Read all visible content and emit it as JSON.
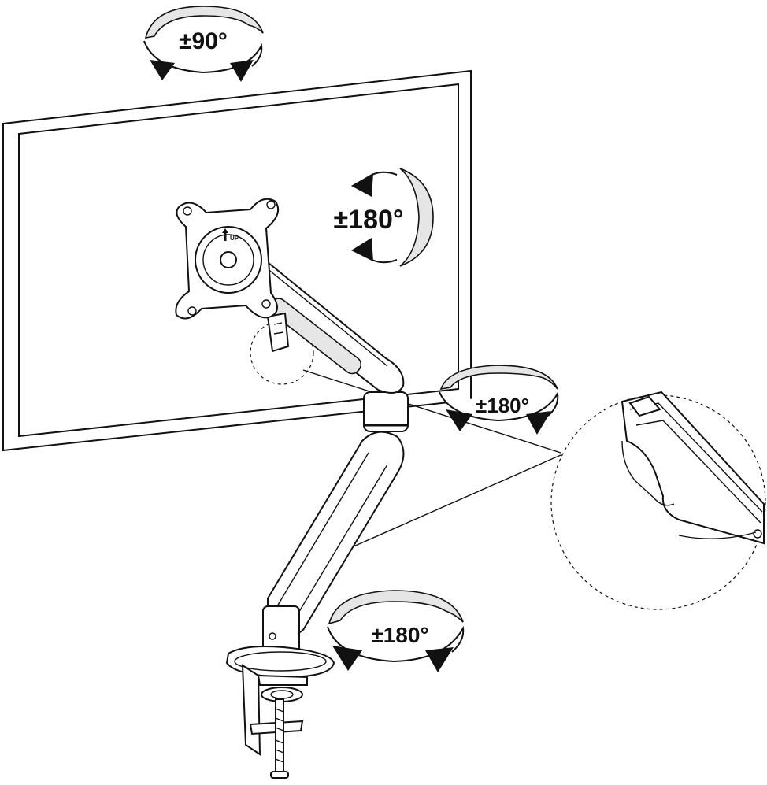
{
  "rotation_labels": {
    "tilt": "±90°",
    "rotate": "±180°",
    "swivel_arm": "±180°",
    "swivel_base": "±180°"
  },
  "mount_label": "UP",
  "colors": {
    "line": "#111111",
    "background": "#ffffff",
    "fill_light": "#e6e6e6"
  },
  "icons": {
    "rotation_arrow": "curved-rotation-arrow-icon",
    "up_arrow": "up-arrow-icon"
  }
}
